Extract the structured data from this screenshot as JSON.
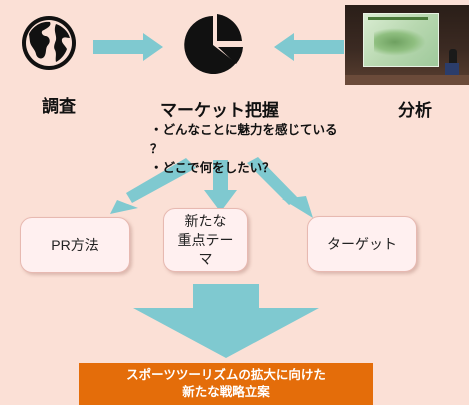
{
  "icons": {
    "left": "globe-icon",
    "center": "pie-chart-icon",
    "right": "presentation-photo"
  },
  "labels": {
    "research": "調査",
    "market": "マーケット把握",
    "analysis": "分析"
  },
  "bullets": [
    "・どんなことに魅力を感じている",
    "？",
    "・どこで何をしたい？"
  ],
  "boxes": {
    "pr": "PR方法",
    "theme_line1": "新たな",
    "theme_line2": "重点テー",
    "theme_line3": "マ",
    "target": "ターゲット"
  },
  "strategy": {
    "line1": "スポーツツーリズムの拡大に向けた",
    "line2": "新たな戦略立案"
  },
  "colors": {
    "background": "#fbe0d6",
    "arrow": "#7fc9d0",
    "box_fill": "#fff0f0",
    "strategy_fill": "#e46d0a"
  }
}
